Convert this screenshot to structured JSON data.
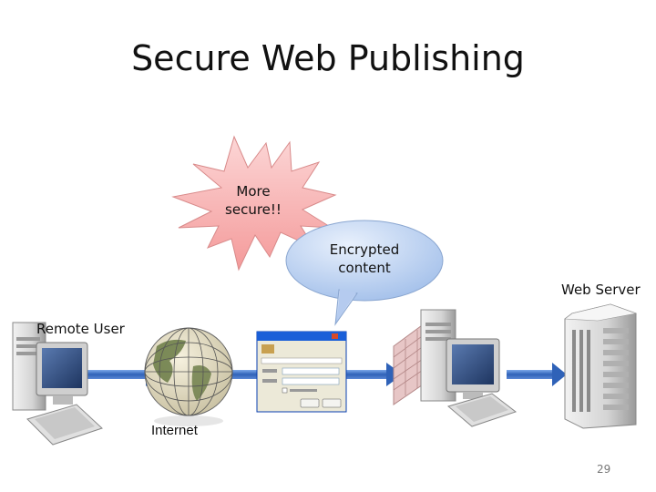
{
  "slide": {
    "title": "Secure Web Publishing",
    "page_number": "29"
  },
  "callouts": {
    "burst_line1": "More",
    "burst_line2": "secure!!",
    "bubble_line1": "Encrypted",
    "bubble_line2": "content"
  },
  "nodes": {
    "remote_user": "Remote User",
    "internet": "Internet",
    "web_server": "Web Server"
  },
  "colors": {
    "burst_fill": "#f8b8b8",
    "bubble_fill": "#bcd2f2",
    "arrow": "#3a6fc4"
  }
}
